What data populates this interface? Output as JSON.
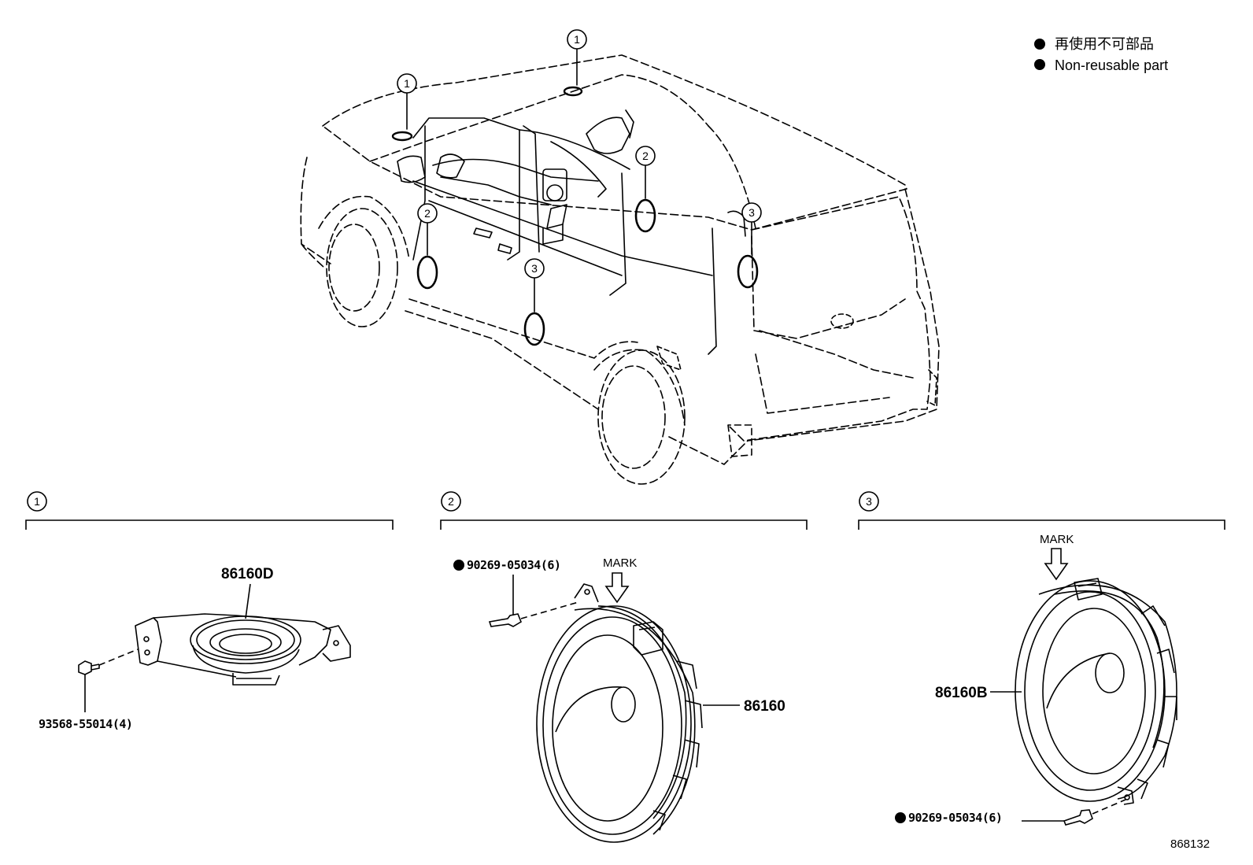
{
  "legend": {
    "japanese": "再使用不可部品",
    "english": "Non-reusable part"
  },
  "callouts": [
    "1",
    "2",
    "3"
  ],
  "sections": [
    {
      "number": "1",
      "part": "86160D",
      "fastener": "93568-55014(4)"
    },
    {
      "number": "2",
      "part": "86160",
      "fastener": "90269-05034(6)",
      "mark": "MARK"
    },
    {
      "number": "3",
      "part": "86160B",
      "fastener": "90269-05034(6)",
      "mark": "MARK"
    }
  ],
  "illustration_id": "868132"
}
